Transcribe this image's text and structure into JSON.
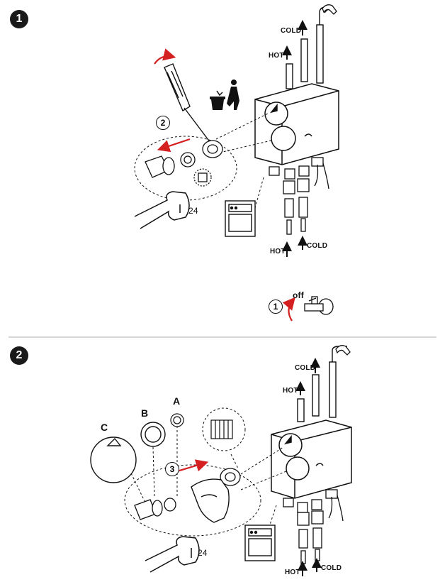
{
  "section1": {
    "step": "1",
    "sub_step_remove": "2",
    "sub_step_off": "1",
    "off_label": "off",
    "wrench_size": "24"
  },
  "section2": {
    "step": "2",
    "sub_step_install": "3",
    "part_a": "A",
    "part_b": "B",
    "part_c": "C",
    "wrench_size": "24"
  },
  "labels": {
    "hot": "HOT",
    "cold": "COLD"
  },
  "colors": {
    "accent_red": "#d42020",
    "line": "#1a1a1a"
  }
}
